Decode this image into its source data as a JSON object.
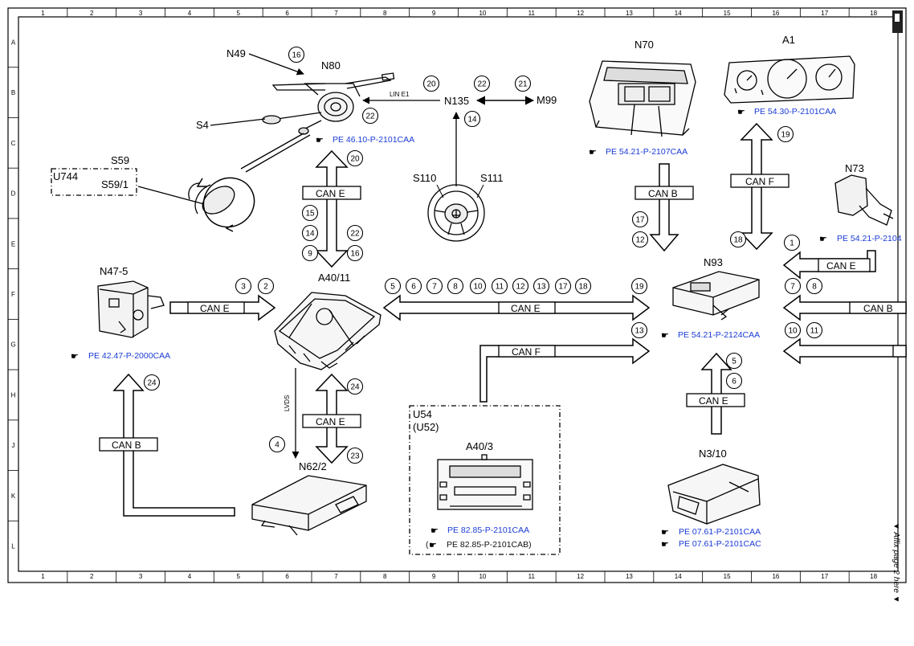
{
  "border": {
    "columns": [
      "1",
      "2",
      "3",
      "4",
      "5",
      "6",
      "7",
      "8",
      "9",
      "10",
      "11",
      "12",
      "13",
      "14",
      "15",
      "16",
      "17",
      "18"
    ],
    "rows": [
      "A",
      "B",
      "C",
      "D",
      "E",
      "F",
      "G",
      "H",
      "J",
      "K",
      "L"
    ]
  },
  "side_note": "▼ Affix page 2 here ▼",
  "components": {
    "N49": "N49",
    "N80": "N80",
    "S4": "S4",
    "S59": "S59",
    "S59_1": "S59/1",
    "U744": "U744",
    "N135": "N135",
    "M99": "M99",
    "S110": "S110",
    "S111": "S111",
    "N70": "N70",
    "A1": "A1",
    "N73": "N73",
    "N93": "N93",
    "N47_5": "N47-5",
    "A40_11": "A40/11",
    "N62_2": "N62/2",
    "U54": "U54",
    "U52": "(U52)",
    "A40_3": "A40/3",
    "N3_10": "N3/10"
  },
  "refs": {
    "n80": "PE 46.10-P-2101CAA",
    "n70": "PE 54.21-P-2107CAA",
    "a1": "PE 54.30-P-2101CAA",
    "n73": "PE 54.21-P-2104",
    "n93": "PE 54.21-P-2124CAA",
    "n47": "PE 42.47-P-2000CAA",
    "a40_3_a": "PE 82.85-P-2101CAA",
    "a40_3_b": "PE 82.85-P-2101CAB)",
    "n3_10_a": "PE 07.61-P-2101CAA",
    "n3_10_b": "PE 07.61-P-2101CAC"
  },
  "buses": {
    "lin": "LIN E1",
    "lvds": "LVDS",
    "can_e": "CAN E",
    "can_b": "CAN B",
    "can_f": "CAN F"
  },
  "callouts": [
    "1",
    "2",
    "3",
    "4",
    "5",
    "6",
    "7",
    "8",
    "9",
    "10",
    "11",
    "12",
    "13",
    "14",
    "15",
    "16",
    "17",
    "18",
    "19",
    "20",
    "21",
    "22",
    "23",
    "24"
  ]
}
